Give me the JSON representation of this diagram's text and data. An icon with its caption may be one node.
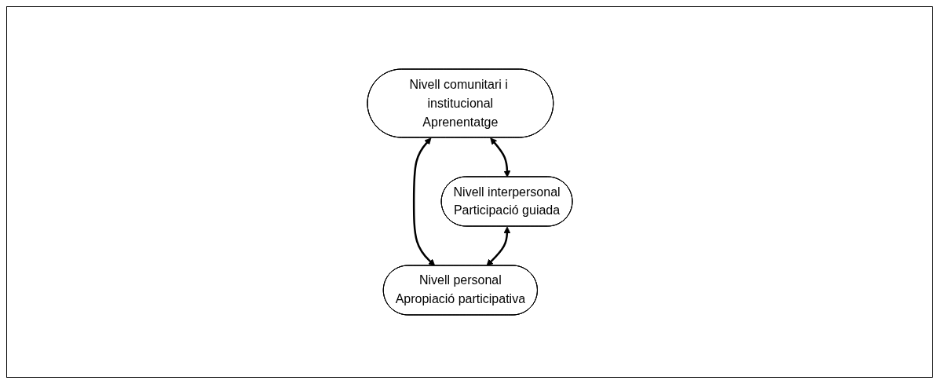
{
  "diagram": {
    "nodes": [
      {
        "text": [
          "Nivell comunitari i institucional",
          "Aprenentatge"
        ]
      },
      {
        "text": [
          "Nivell interpersonal",
          "Participació guiada"
        ]
      },
      {
        "text": [
          "Nivell personal",
          "Apropiació participativa"
        ]
      }
    ],
    "edges": [
      {
        "from": 0,
        "to": 1,
        "arrow": "both"
      },
      {
        "from": 0,
        "to": 2,
        "arrow": "both"
      },
      {
        "from": 1,
        "to": 2,
        "arrow": "both"
      }
    ]
  }
}
